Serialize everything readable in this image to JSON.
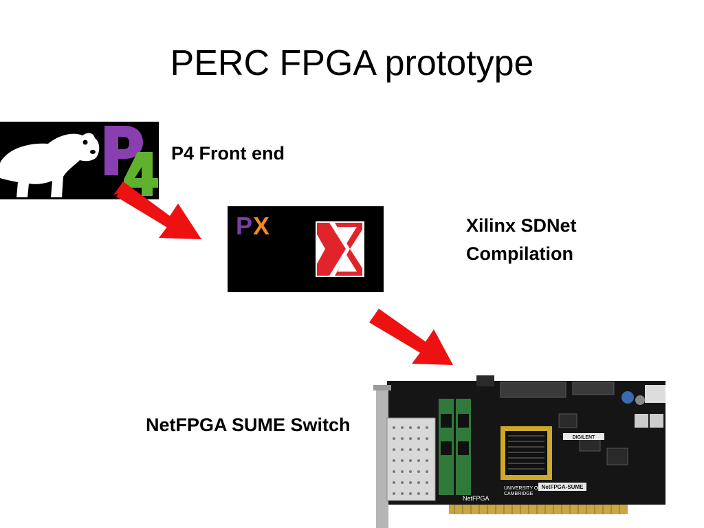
{
  "slide": {
    "title": "PERC FPGA prototype"
  },
  "labels": {
    "p4_front_end": "P4 Front end",
    "xilinx_line1": "Xilinx SDNet",
    "xilinx_line2": "Compilation",
    "netfpga": "NetFPGA SUME Switch"
  },
  "logos": {
    "px_p": "P",
    "px_x": "X",
    "board_netfpga_text": "NetFPGA",
    "board_sume_text": "NetFPGA-SUME",
    "board_cambridge_line1": "UNIVERSITY OF",
    "board_cambridge_line2": "CAMBRIDGE",
    "board_digilent_text": "DIGILENT"
  },
  "colors": {
    "arrow": "#ee1111",
    "p4_purple": "#8a3fb0",
    "p4_green": "#5fb12e",
    "px_purple": "#7a3fa6",
    "px_orange": "#f08a20",
    "xilinx_red": "#e0242a",
    "board_black": "#151515",
    "ram_green": "#2f7a3a"
  }
}
